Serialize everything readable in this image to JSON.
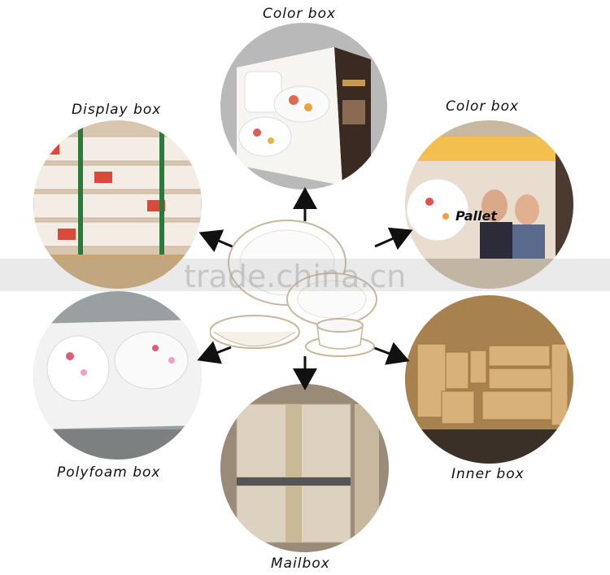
{
  "center": {
    "name": "dinnerware set"
  },
  "nodes": [
    {
      "id": "color-box-top",
      "label": "Color box"
    },
    {
      "id": "display-box",
      "label": "Display box"
    },
    {
      "id": "color-box-right",
      "label": "Color box",
      "inner_label": "Pallet"
    },
    {
      "id": "polyfoam-box",
      "label": "Polyfoam box"
    },
    {
      "id": "inner-box",
      "label": "Inner box"
    },
    {
      "id": "mailbox",
      "label": "Mailbox"
    }
  ],
  "watermark": "trade.china.cn",
  "colors": {
    "arrow": "#111111",
    "box_brown": "#c8a070",
    "foam": "#f0f0f0"
  }
}
